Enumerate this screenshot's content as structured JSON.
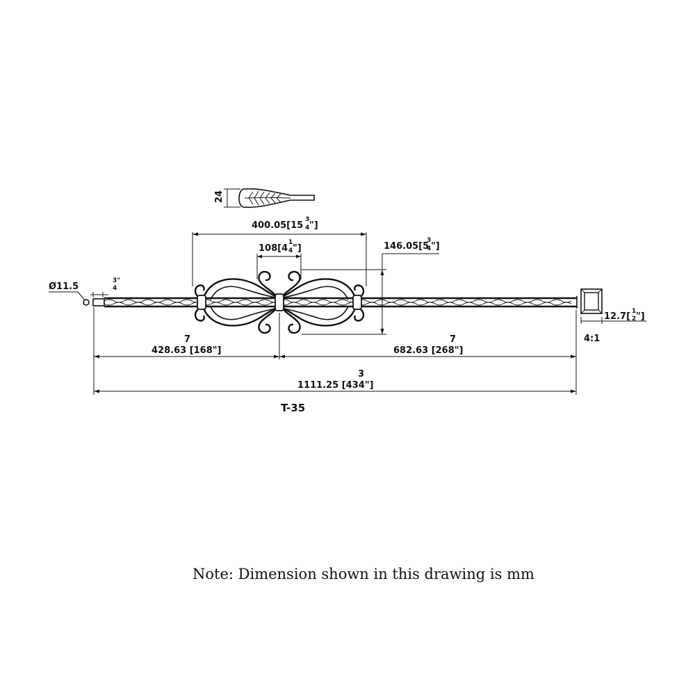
{
  "drawing": {
    "part_code": "T-35",
    "note": "Note: Dimension shown in this drawing is mm",
    "leaf_width": "24",
    "diameter": "Ø11.5",
    "diameter_frac": "3\"",
    "diameter_frac_den": "4",
    "scroll_width": "400.05[15",
    "scroll_width_num": "3",
    "scroll_width_den": "4",
    "scroll_width_end": "\"]",
    "center_width": "108[4",
    "center_width_num": "1",
    "center_width_den": "4",
    "center_width_end": "\"]",
    "scroll_height": "146.05[5",
    "scroll_height_num": "3",
    "scroll_height_den": "4",
    "scroll_height_end": "\"]",
    "left_count": "7",
    "left_length": "428.63 [168\"]",
    "right_count": "7",
    "right_length": "682.63 [268\"]",
    "total_count": "3",
    "total_length": "1111.25 [434\"]",
    "tube_size": "12.7[",
    "tube_size_num": "1",
    "tube_size_den": "2",
    "tube_size_end": "\"]",
    "scale": "4:1"
  }
}
